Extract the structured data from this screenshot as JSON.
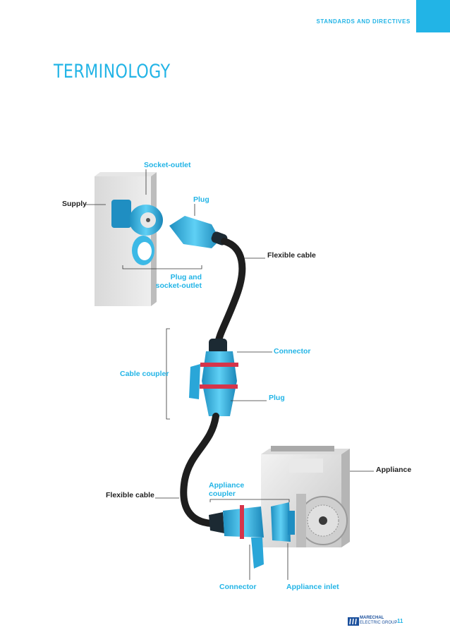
{
  "header": {
    "section": "STANDARDS AND DIRECTIVES"
  },
  "page_title": "TERMINOLOGY",
  "labels": {
    "socket_outlet": "Socket-outlet",
    "supply": "Supply",
    "plug_top": "Plug",
    "flexible_cable_top": "Flexible cable",
    "plug_and_socket_1": "Plug and",
    "plug_and_socket_2": "socket-outlet",
    "connector_mid": "Connector",
    "cable_coupler": "Cable coupler",
    "plug_mid": "Plug",
    "appliance": "Appliance",
    "appliance_coupler_1": "Appliance",
    "appliance_coupler_2": "coupler",
    "flexible_cable_bottom": "Flexible cable",
    "connector_bottom": "Connector",
    "appliance_inlet": "Appliance inlet"
  },
  "footer": {
    "logo_line1": "MARECHAL",
    "logo_line2": "ELECTRIC GROUP",
    "page_number": "11"
  },
  "colors": {
    "accent": "#22b4e6",
    "dark_text": "#222222"
  }
}
